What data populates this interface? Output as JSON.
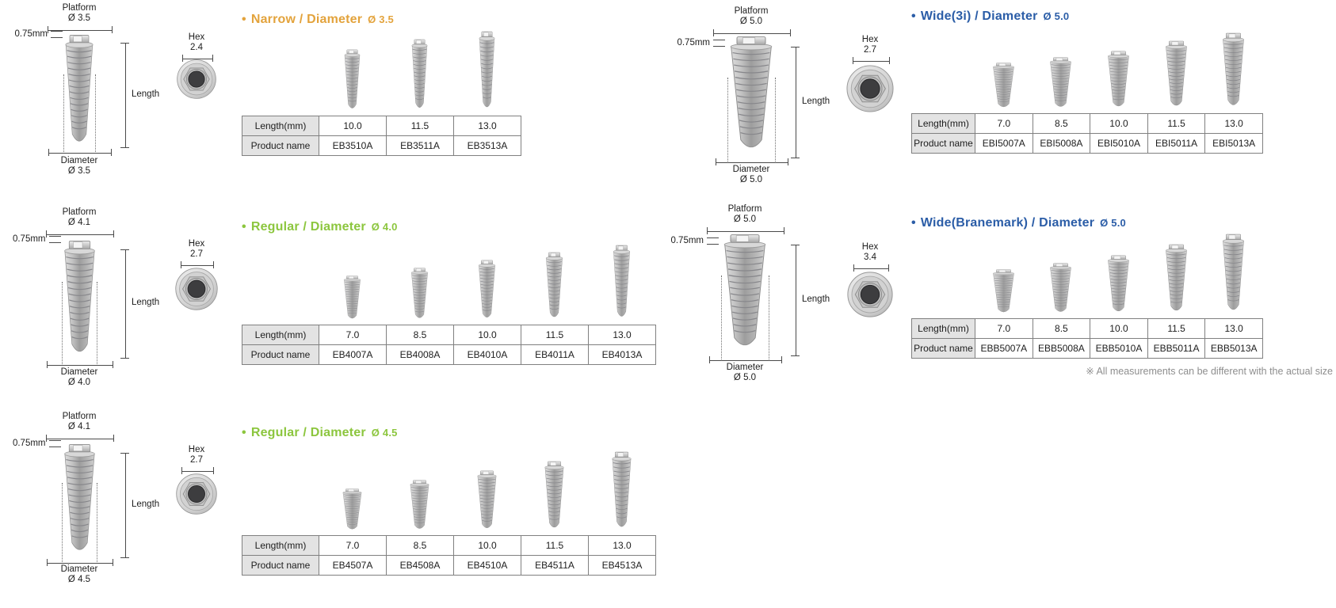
{
  "page": {
    "note": "※ All measurements can be different with the actual size"
  },
  "diagram_labels": {
    "platform": "Platform",
    "collar": "0.75mm",
    "length": "Length",
    "diameter": "Diameter",
    "hex": "Hex"
  },
  "diagrams": [
    {
      "platform": "Ø 3.5",
      "diameter": "Ø 3.5",
      "hex": "2.4"
    },
    {
      "platform": "Ø 4.1",
      "diameter": "Ø 4.0",
      "hex": "2.7"
    },
    {
      "platform": "Ø 4.1",
      "diameter": "Ø 4.5",
      "hex": "2.7"
    },
    {
      "platform": "Ø 5.0",
      "diameter": "Ø 5.0",
      "hex": "2.7"
    },
    {
      "platform": "Ø 5.0",
      "diameter": "Ø 5.0",
      "hex": "3.4"
    }
  ],
  "table_labels": {
    "length": "Length(mm)",
    "product": "Product name"
  },
  "sections": [
    {
      "title": "Narrow / Diameter",
      "diameter": "Ø 3.5",
      "accent": "#E3A33C",
      "lengths": [
        "10.0",
        "11.5",
        "13.0"
      ],
      "products": [
        "EB3510A",
        "EB3511A",
        "EB3513A"
      ]
    },
    {
      "title": "Regular / Diameter",
      "diameter": "Ø 4.0",
      "accent": "#8CC63E",
      "lengths": [
        "7.0",
        "8.5",
        "10.0",
        "11.5",
        "13.0"
      ],
      "products": [
        "EB4007A",
        "EB4008A",
        "EB4010A",
        "EB4011A",
        "EB4013A"
      ]
    },
    {
      "title": "Regular / Diameter",
      "diameter": "Ø 4.5",
      "accent": "#8CC63E",
      "lengths": [
        "7.0",
        "8.5",
        "10.0",
        "11.5",
        "13.0"
      ],
      "products": [
        "EB4507A",
        "EB4508A",
        "EB4510A",
        "EB4511A",
        "EB4513A"
      ]
    },
    {
      "title": "Wide(3i) / Diameter",
      "diameter": "Ø 5.0",
      "accent": "#2B5DA7",
      "lengths": [
        "7.0",
        "8.5",
        "10.0",
        "11.5",
        "13.0"
      ],
      "products": [
        "EBI5007A",
        "EBI5008A",
        "EBI5010A",
        "EBI5011A",
        "EBI5013A"
      ]
    },
    {
      "title": "Wide(Branemark) / Diameter",
      "diameter": "Ø 5.0",
      "accent": "#2B5DA7",
      "lengths": [
        "7.0",
        "8.5",
        "10.0",
        "11.5",
        "13.0"
      ],
      "products": [
        "EBB5007A",
        "EBB5008A",
        "EBB5010A",
        "EBB5011A",
        "EBB5013A"
      ]
    }
  ]
}
